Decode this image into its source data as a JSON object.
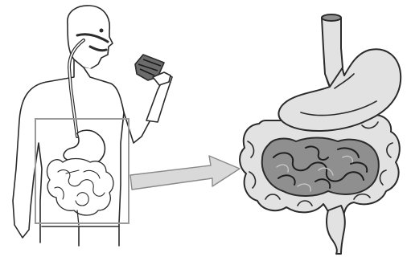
{
  "diagram": {
    "colors": {
      "outline": "#2b2b2b",
      "skin": "#ffffff",
      "organ_light": "#e2e2e2",
      "organ_dark": "#8f8f8f",
      "arrow_fill": "#d9d9d9",
      "highlight_box": "#9a9a9a"
    },
    "parts": [
      "human-figure",
      "eating-hand",
      "digestive-tract-outline",
      "zoom-box",
      "arrow",
      "esophagus",
      "stomach",
      "small-intestine",
      "large-intestine",
      "rectum"
    ]
  }
}
